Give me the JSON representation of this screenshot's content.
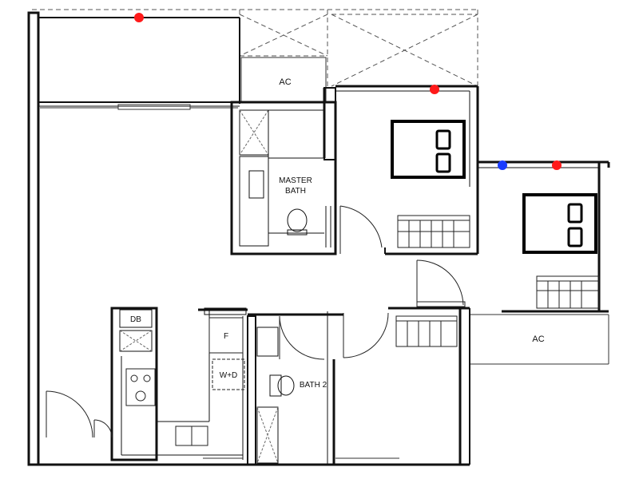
{
  "labels": {
    "ac_top": "AC",
    "master_bath_line1": "MASTER",
    "master_bath_line2": "BATH",
    "db": "DB",
    "fridge": "F",
    "washer_dryer": "W+D",
    "bath2": "BATH 2",
    "ac_right": "AC"
  },
  "markers": {
    "red_color": "#ff1a1a",
    "blue_color": "#1a3cff",
    "count_red": 3,
    "count_blue": 1
  }
}
